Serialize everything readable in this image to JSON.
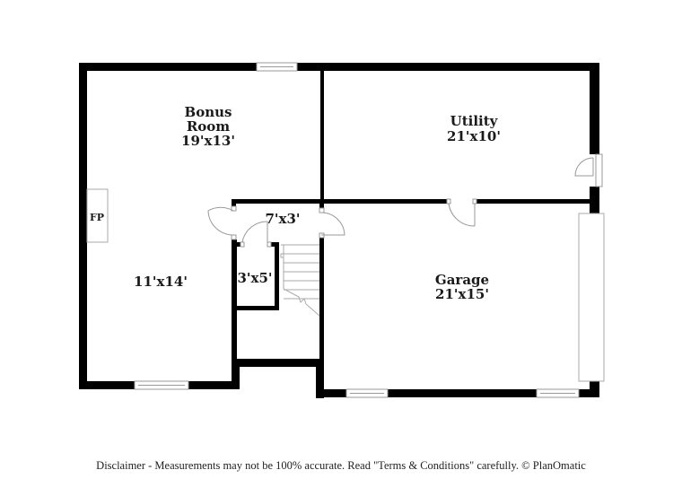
{
  "floorplan": {
    "rooms": [
      {
        "id": "bonus-room",
        "name_line1": "Bonus",
        "name_line2": "Room",
        "dimensions": "19'x13'"
      },
      {
        "id": "utility",
        "name": "Utility",
        "dimensions": "21'x10'"
      },
      {
        "id": "hall",
        "dimensions": "7'x3'"
      },
      {
        "id": "closet",
        "dimensions": "3'x5'"
      },
      {
        "id": "lower-bonus",
        "dimensions": "11'x14'"
      },
      {
        "id": "garage",
        "name": "Garage",
        "dimensions": "21'x15'"
      }
    ],
    "fixtures": {
      "fireplace_label": "FP"
    },
    "colors": {
      "wall": "#000000",
      "line": "#b0b0b0",
      "background": "#ffffff"
    }
  },
  "footer": {
    "disclaimer": "Disclaimer - Measurements may not be 100% accurate. Read \"Terms & Conditions\" carefully. © PlanOmatic"
  }
}
